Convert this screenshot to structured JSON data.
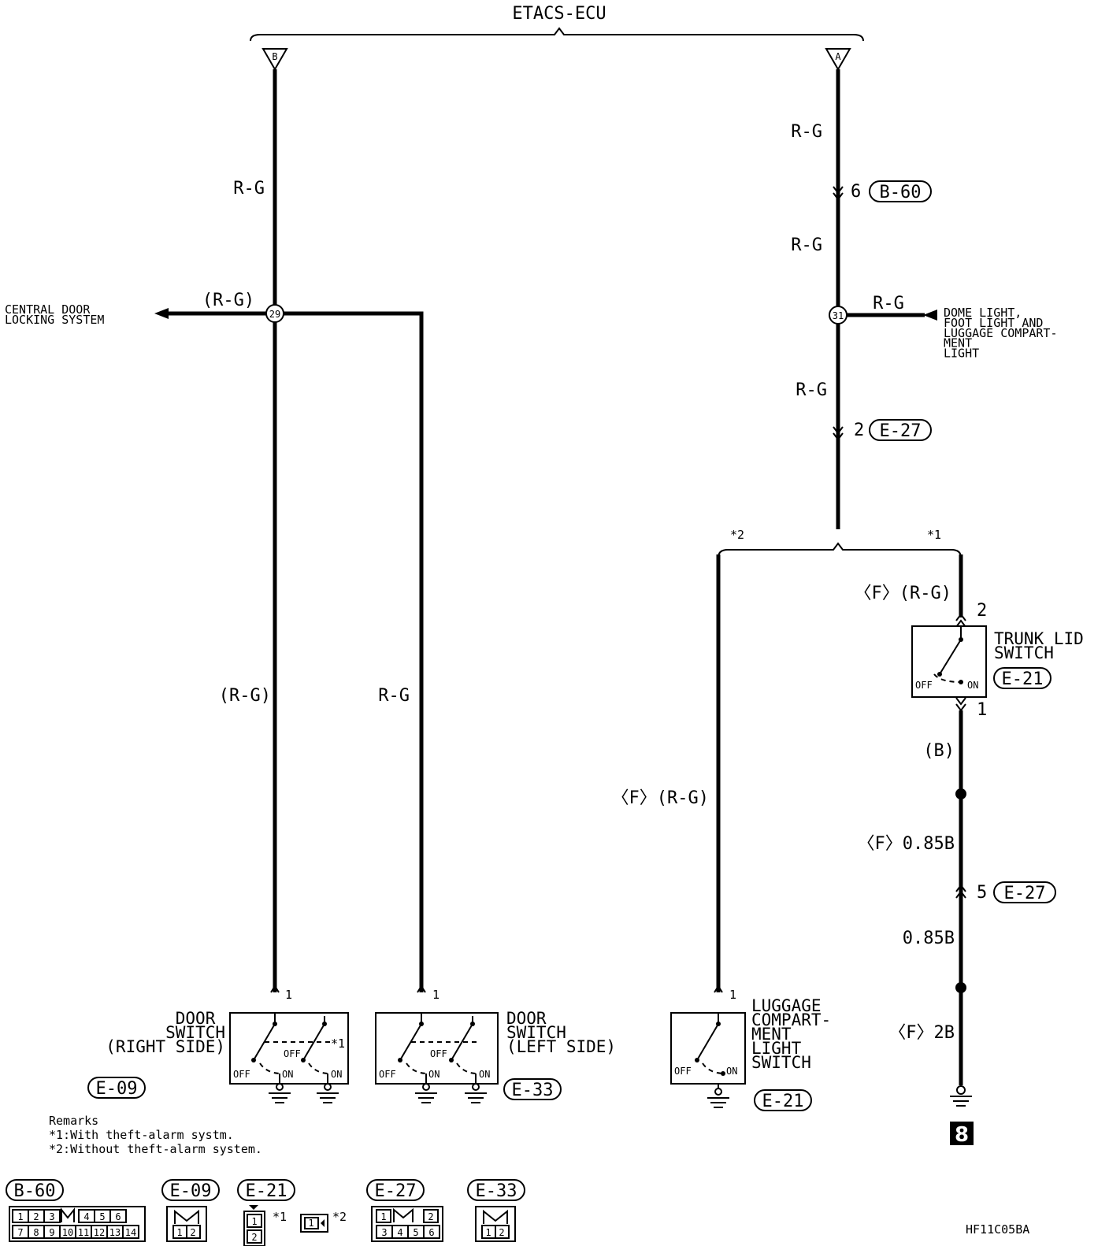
{
  "ecu": {
    "title": "ETACS-ECU",
    "term_b": "B",
    "term_a": "A"
  },
  "wire": {
    "rg": "R-G",
    "rg_paren": "(R-G)",
    "f_rg": "〈F〉(R-G)",
    "b_paren": "(B)",
    "f_085b": "〈F〉0.85B",
    "w_085b": "0.85B",
    "f_2b": "〈F〉2B"
  },
  "junction": {
    "j29": "29",
    "j31": "31"
  },
  "connector": {
    "b60": "B-60",
    "e27": "E-27",
    "e09": "E-09",
    "e21": "E-21",
    "e33": "E-33",
    "pin6": "6",
    "pin2": "2",
    "pin5": "5",
    "pin1": "1"
  },
  "branch": {
    "left_note": "CENTRAL DOOR\nLOCKING SYSTEM",
    "right_note": "DOME LIGHT,\nFOOT LIGHT AND\nLUGGAGE COMPART-\nMENT\nLIGHT"
  },
  "option": {
    "s1": "*1",
    "s2": "*2"
  },
  "switch": {
    "off": "OFF",
    "on": "ON",
    "door_right": "DOOR\nSWITCH\n(RIGHT SIDE)",
    "door_left": "DOOR\nSWITCH\n(LEFT SIDE)",
    "trunk": "TRUNK LID\nSWITCH",
    "luggage": "LUGGAGE\nCOMPART-\nMENT\nLIGHT\nSWITCH"
  },
  "ground_no": "8",
  "remarks": {
    "title": "Remarks",
    "l1": "*1:With theft-alarm systm.",
    "l2": "*2:Without theft-alarm system."
  },
  "legend": {
    "b60_top": [
      "1",
      "2",
      "3",
      "",
      "4",
      "5",
      "6"
    ],
    "b60_bottom": [
      "7",
      "8",
      "9",
      "10",
      "11",
      "12",
      "13",
      "14"
    ],
    "pins12": [
      "1",
      "2"
    ],
    "e27_top": [
      "1",
      "2"
    ],
    "e27_bottom": [
      "3",
      "4",
      "5",
      "6"
    ]
  },
  "code": "HF11C05BA"
}
